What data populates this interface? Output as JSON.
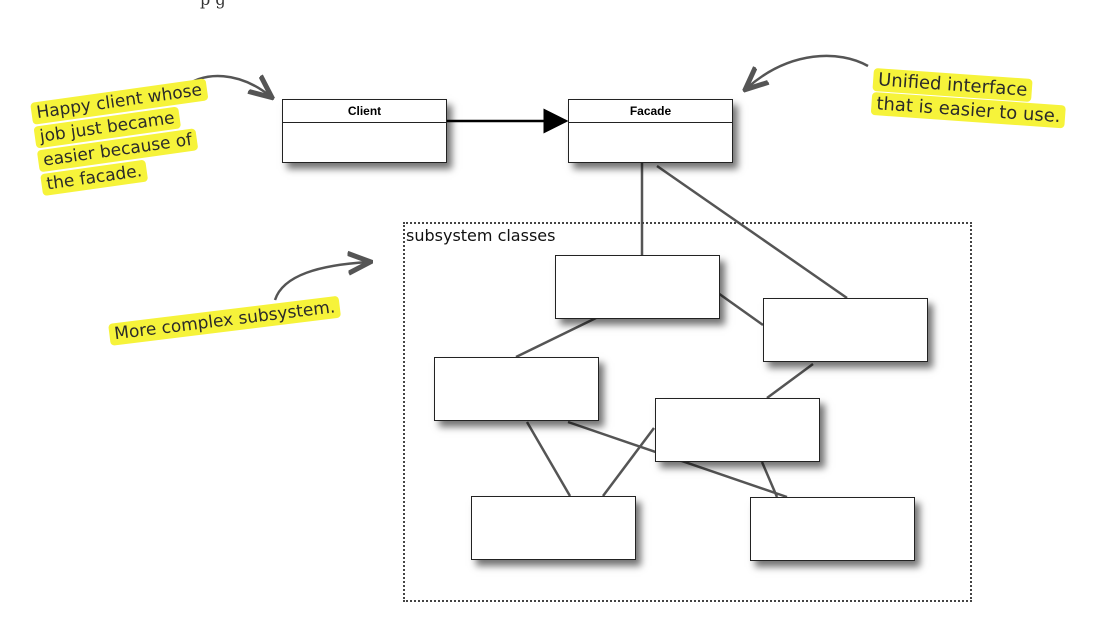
{
  "diagram": {
    "top_fragment": "p                    g",
    "client": {
      "name": "Client"
    },
    "facade": {
      "name": "Facade"
    },
    "subsystem": {
      "label": "subsystem classes"
    },
    "notes": {
      "happy_client": [
        "Happy client whose",
        "job just became",
        "easier because of",
        "the facade."
      ],
      "unified": [
        "Unified interface",
        "that is easier to use."
      ],
      "complex": "More complex subsystem."
    },
    "colors": {
      "highlight": "#f6f33a",
      "line": "#555555",
      "border": "#222222"
    }
  }
}
